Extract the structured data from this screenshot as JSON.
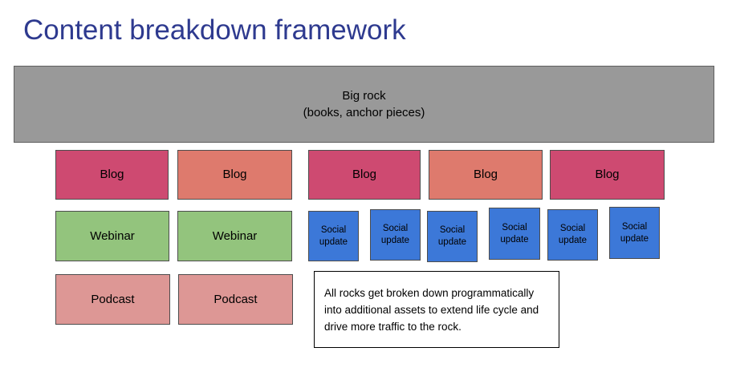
{
  "title": "Content breakdown framework",
  "palette": {
    "title_text": "#2e3a8f",
    "big_rock_fill": "#999999",
    "big_rock_border": "#5f5f5f",
    "blog_dark_fill": "#ce4a71",
    "blog_light_fill": "#de7a6d",
    "webinar_fill": "#93c47d",
    "social_fill": "#3c78d8",
    "podcast_fill": "#dd9795",
    "box_border": "#4d4d4d",
    "box_text": "#000000",
    "note_fill": "#ffffff",
    "note_border": "#000000"
  },
  "big_rock": {
    "line1": "Big rock",
    "line2": "(books, anchor pieces)"
  },
  "blog_boxes": [
    {
      "label": "Blog",
      "variant": "dark"
    },
    {
      "label": "Blog",
      "variant": "light"
    },
    {
      "label": "Blog",
      "variant": "dark"
    },
    {
      "label": "Blog",
      "variant": "light"
    },
    {
      "label": "Blog",
      "variant": "dark"
    }
  ],
  "webinar_boxes": [
    {
      "label": "Webinar"
    },
    {
      "label": "Webinar"
    }
  ],
  "social_boxes": [
    {
      "label": "Social update"
    },
    {
      "label": "Social update"
    },
    {
      "label": "Social update"
    },
    {
      "label": "Social update"
    },
    {
      "label": "Social update"
    },
    {
      "label": "Social update"
    }
  ],
  "podcast_boxes": [
    {
      "label": "Podcast"
    },
    {
      "label": "Podcast"
    }
  ],
  "note": {
    "text": "All rocks get broken down programmatically into additional assets to extend life cycle and drive more traffic to the rock."
  }
}
